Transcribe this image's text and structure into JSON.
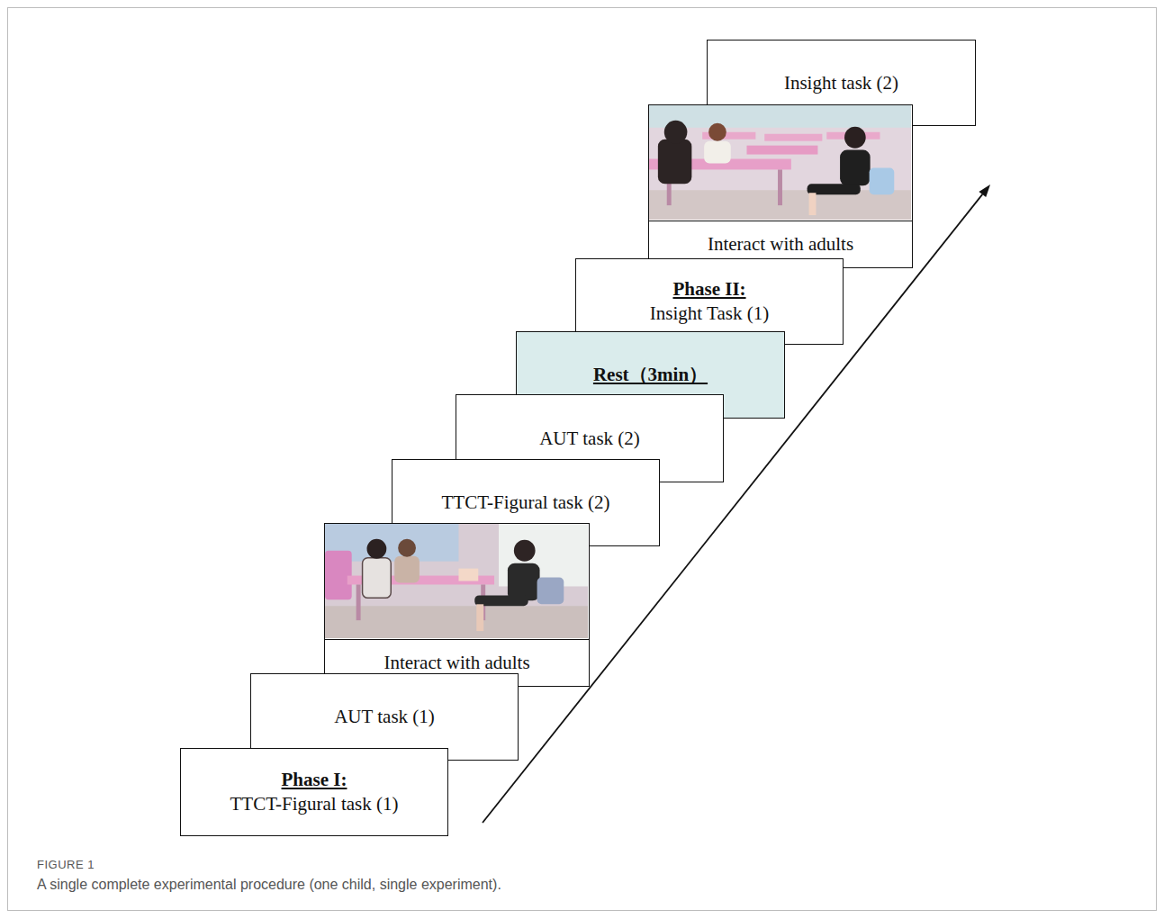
{
  "diagram": {
    "caption": "A single complete experimental procedure (one child, single experiment).",
    "nodes": [
      {
        "text": [
          "Phase I:",
          "TTCT-Figural task (1)"
        ]
      },
      {
        "text": [
          "AUT task (1)"
        ]
      },
      {
        "text": [
          "Interact with adults"
        ]
      },
      {
        "text": [
          "TTCT-Figural task (2)"
        ]
      },
      {
        "text": [
          "AUT task (2)"
        ]
      },
      {
        "text": [
          "Rest（3min）"
        ]
      },
      {
        "text": [
          "Phase II:",
          "Insight Task (1)"
        ]
      },
      {
        "text": [
          "Interact with adults"
        ]
      },
      {
        "text": [
          "Insight task (2)"
        ]
      }
    ],
    "labels": [
      "FIGURE 1"
    ]
  }
}
